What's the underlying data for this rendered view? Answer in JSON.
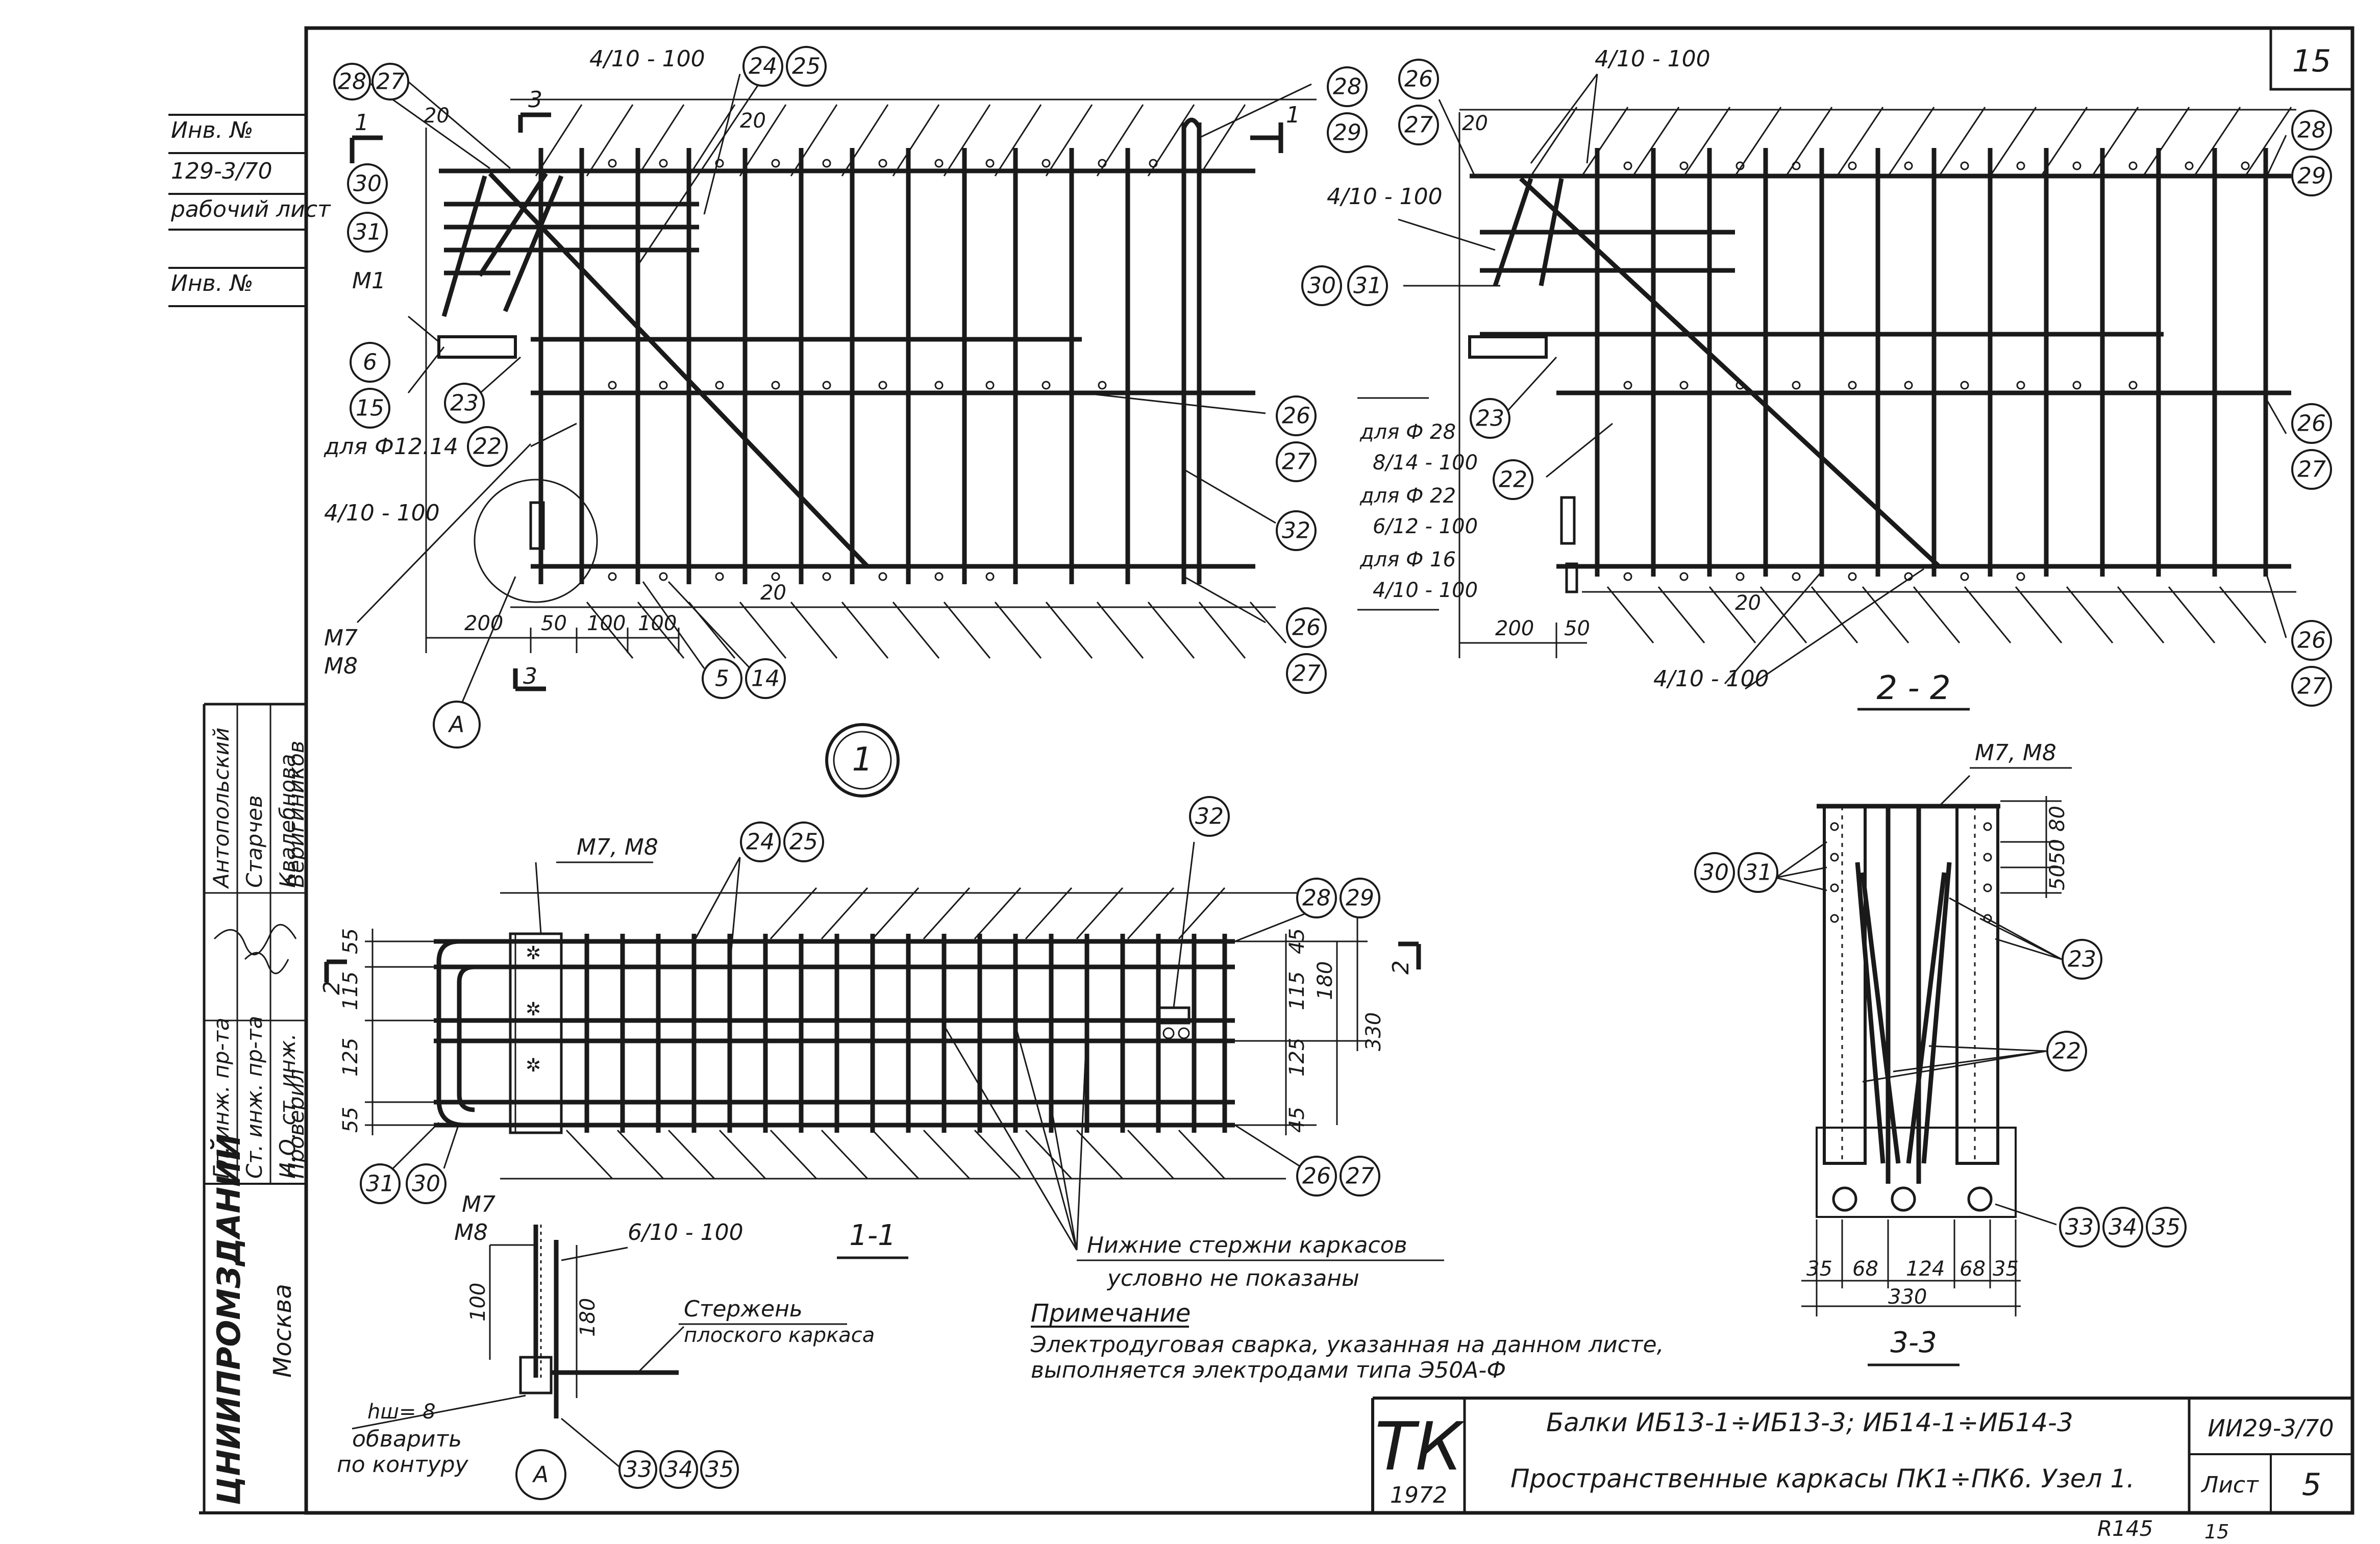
{
  "sheet": {
    "number_top": "15",
    "scan_marks": [
      "R145",
      "15"
    ]
  },
  "left_strip": {
    "lines": [
      "Инв. №",
      "129-3/70",
      "рабочий лист",
      "Инв. №"
    ],
    "org": "ЦНИИПРОМЗДАНИЙ",
    "city": "Москва",
    "roles": [
      "Гл. инж. пр-та",
      "Ст. инж. пр-та",
      "И.О. ст. инж.",
      "Проверил"
    ],
    "names": [
      "Антопольский",
      "Старчев",
      "Квалебнова",
      "Веригиников"
    ]
  },
  "view1": {
    "marks": [
      "28",
      "27",
      "30",
      "31",
      "6",
      "15",
      "23",
      "22",
      "24",
      "25",
      "28",
      "29",
      "26",
      "27",
      "32",
      "26",
      "27",
      "5",
      "14"
    ],
    "labels": {
      "m1": "М1",
      "m7": "М7",
      "m8": "М8",
      "for12": "для Ф12.14",
      "spacing_a": "4/10 - 100",
      "spacing_top": "4/10 - 100",
      "section_3": "3",
      "section_1": "1",
      "callout_a": "А",
      "view_no": "1"
    },
    "dims": [
      "20",
      "20",
      "200",
      "50",
      "100",
      "100",
      "20"
    ]
  },
  "view2": {
    "title": "2 - 2",
    "marks": [
      "26",
      "27",
      "28",
      "29",
      "30",
      "31",
      "23",
      "22",
      "26",
      "27",
      "26",
      "27"
    ],
    "spacing_top": "4/10 - 100",
    "spacing_left": "4/10 - 100",
    "spacing_bottom": "4/10 - 100",
    "spacing_table": [
      "для Ф 28",
      "8/14 - 100",
      "для Ф 22",
      "6/12 - 100",
      "для Ф 16",
      "4/10 - 100"
    ],
    "dims": [
      "20",
      "200",
      "50",
      "20"
    ]
  },
  "view11": {
    "title": "1-1",
    "label": "М7, М8",
    "marks": [
      "24",
      "25",
      "32",
      "28",
      "29",
      "26",
      "27",
      "31",
      "30"
    ],
    "dims_left": [
      "55",
      "115",
      "125",
      "55"
    ],
    "dims_right": [
      "45",
      "115",
      "125",
      "45"
    ],
    "dims_outer": [
      "180",
      "330"
    ],
    "note_bottom_1": "Нижние стержни каркасов",
    "note_bottom_2": "условно не показаны",
    "section_2": "2"
  },
  "viewA": {
    "callout": "А",
    "m7": "М7",
    "m8": "М8",
    "spacing": "6/10 - 100",
    "dims": [
      "100",
      "180"
    ],
    "rod_1": "Стержень",
    "rod_2": "плоского каркаса",
    "weld": "hш= 8",
    "weld_note_1": "обварить",
    "weld_note_2": "по контуру",
    "marks": [
      "33",
      "34",
      "35"
    ]
  },
  "view33": {
    "title": "3-3",
    "label": "М7, М8",
    "marks": [
      "30",
      "31",
      "23",
      "22",
      "33",
      "34",
      "35"
    ],
    "dims_right": [
      "80",
      "50",
      "50"
    ],
    "dims_bottom": [
      "35",
      "68",
      "124",
      "68",
      "35"
    ],
    "total": "330"
  },
  "note": {
    "title": "Примечание",
    "line1": "Электродуговая сварка, указанная на данном листе,",
    "line2": "выполняется электродами типа Э50А-Ф"
  },
  "title_block": {
    "stamp": "ТК",
    "year": "1972",
    "title1": "Балки ИБ13-1÷ИБ13-3; ИБ14-1÷ИБ14-3",
    "title2": "Пространственные каркасы ПК1÷ПК6. Узел 1.",
    "code": "ИИ29-3/70",
    "sheet_label": "Лист",
    "sheet_no": "5"
  }
}
